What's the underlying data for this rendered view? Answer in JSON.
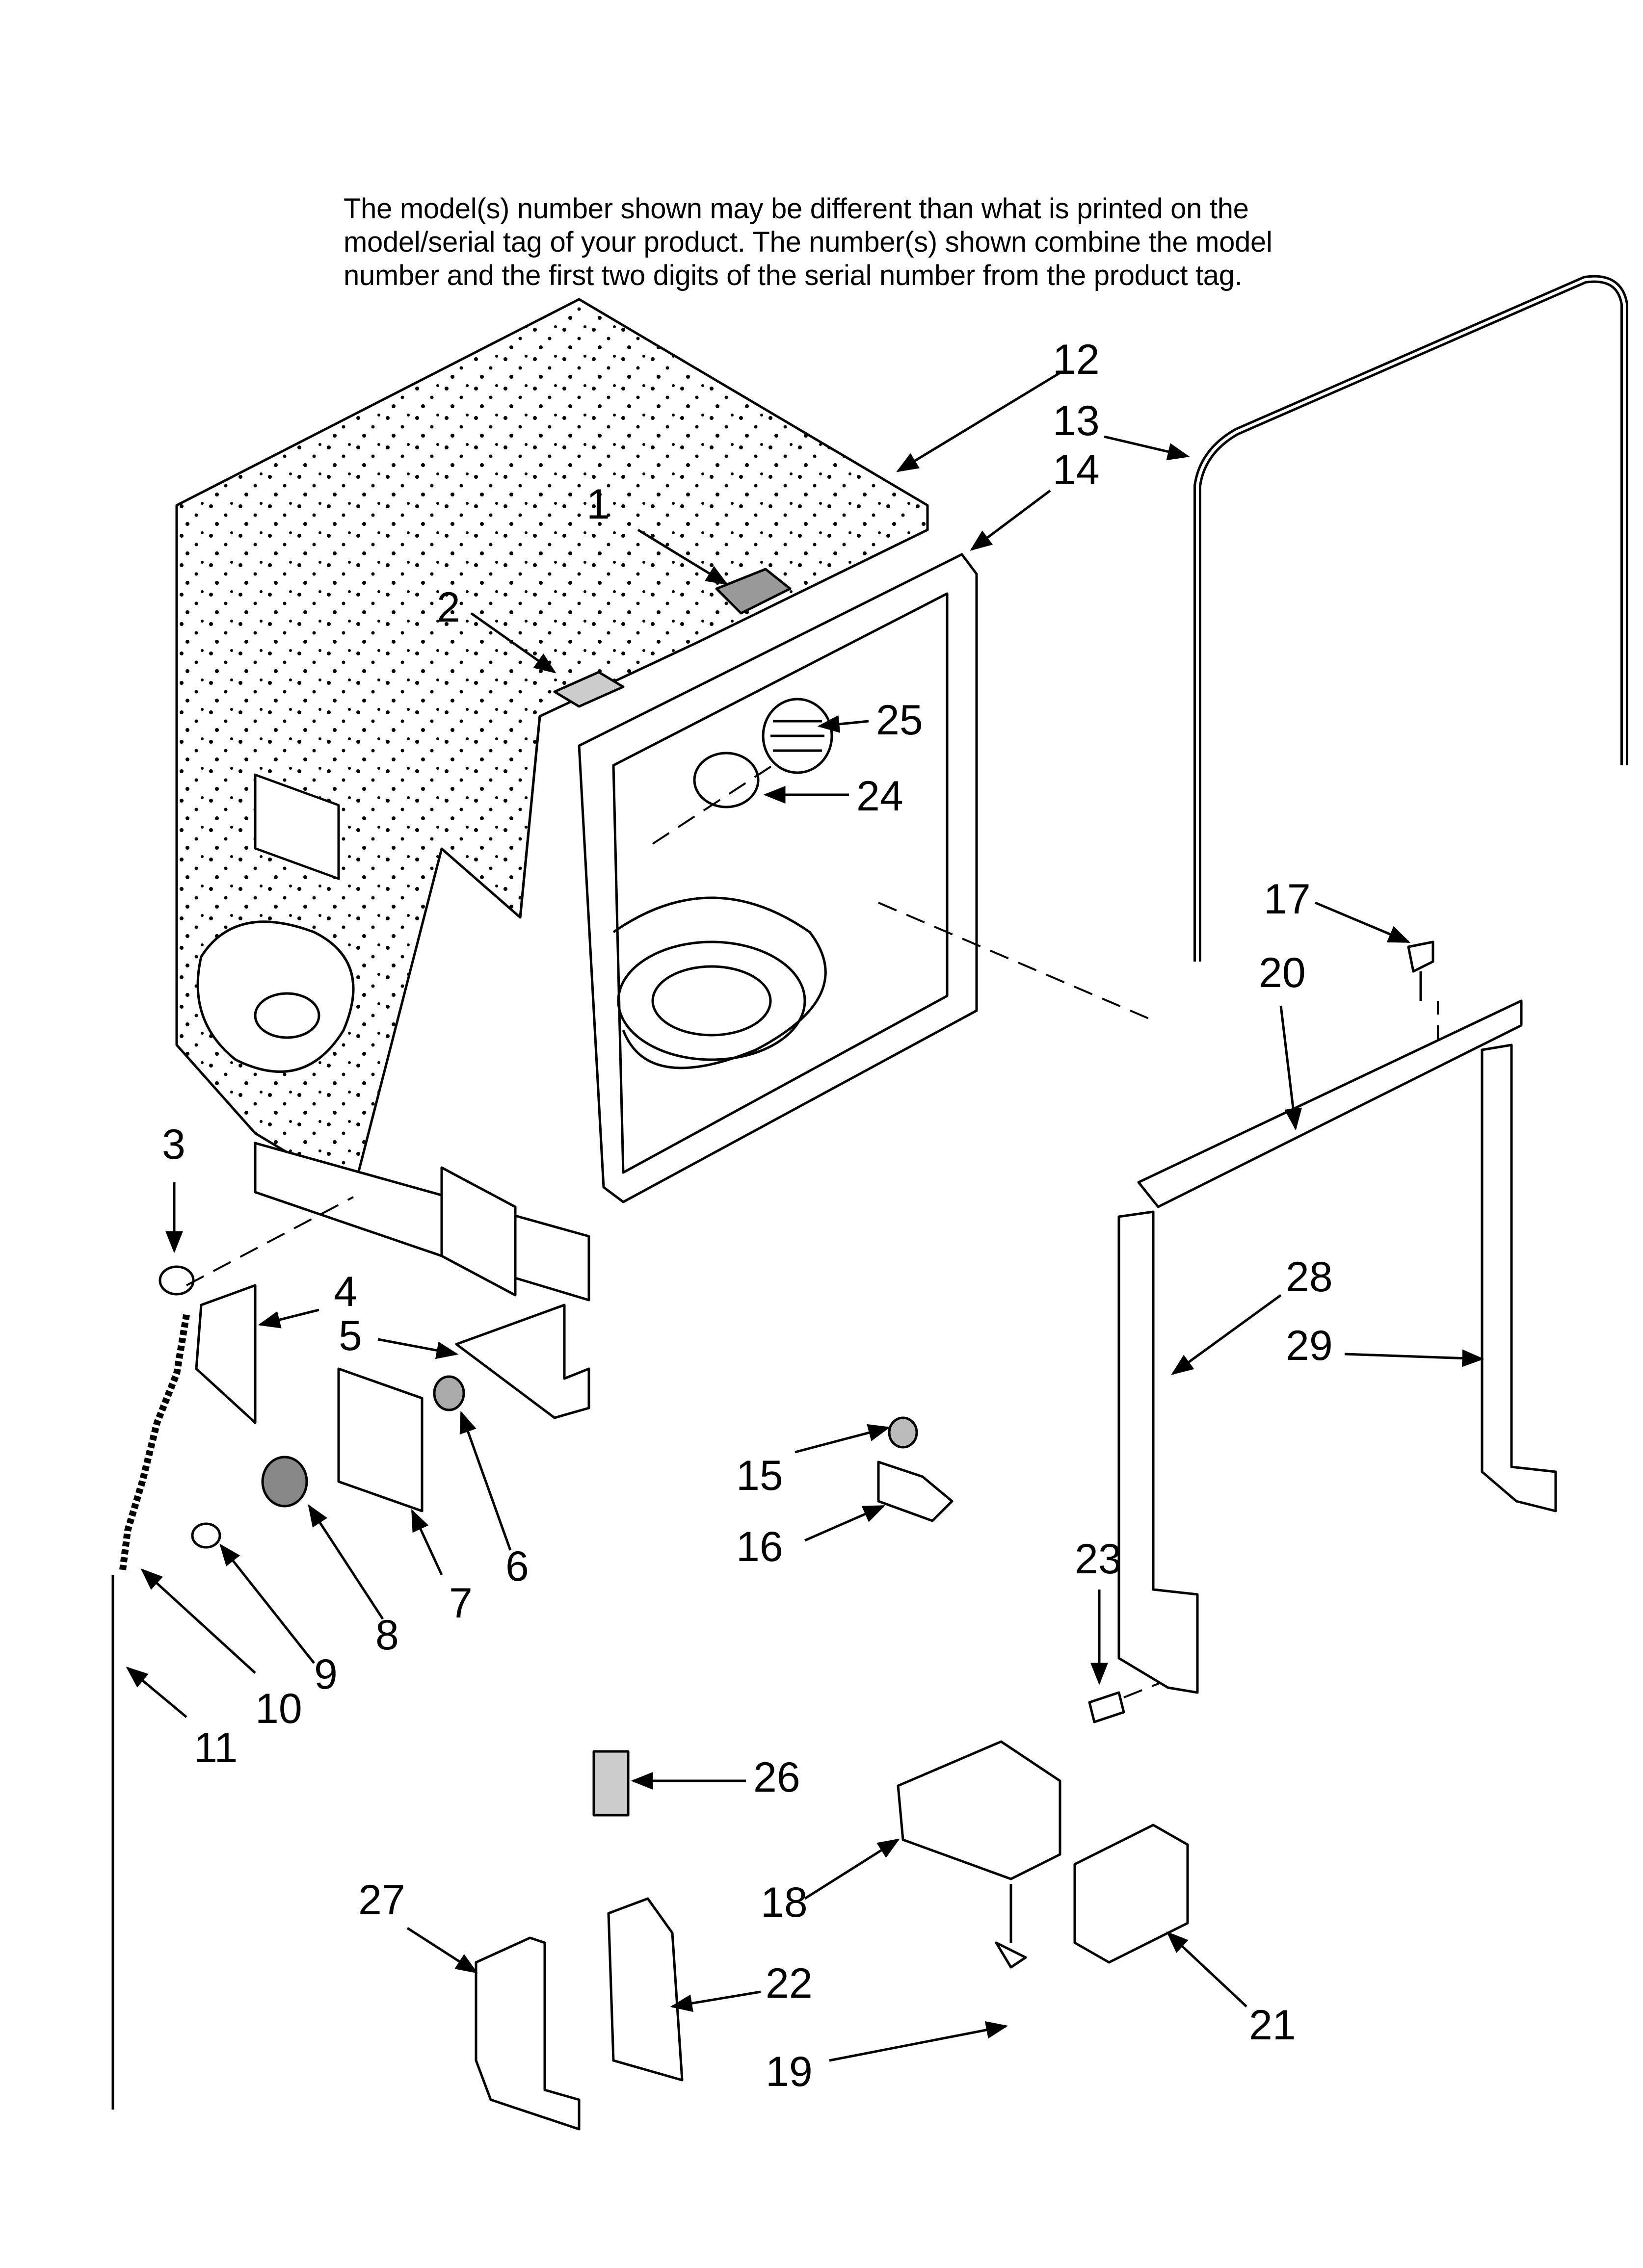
{
  "note": {
    "lines": [
      "The model(s) number shown may be different than what is printed on the",
      "model/serial tag of your product. The number(s) shown combine the model",
      "number and the first two digits of the serial number from the product tag."
    ]
  },
  "callouts": [
    {
      "id": "1",
      "text": "1"
    },
    {
      "id": "2",
      "text": "2"
    },
    {
      "id": "3",
      "text": "3"
    },
    {
      "id": "4",
      "text": "4"
    },
    {
      "id": "5",
      "text": "5"
    },
    {
      "id": "6",
      "text": "6"
    },
    {
      "id": "7",
      "text": "7"
    },
    {
      "id": "8",
      "text": "8"
    },
    {
      "id": "9",
      "text": "9"
    },
    {
      "id": "10",
      "text": "10"
    },
    {
      "id": "11",
      "text": "11"
    },
    {
      "id": "12",
      "text": "12"
    },
    {
      "id": "13",
      "text": "13"
    },
    {
      "id": "14",
      "text": "14"
    },
    {
      "id": "15",
      "text": "15"
    },
    {
      "id": "16",
      "text": "16"
    },
    {
      "id": "17",
      "text": "17"
    },
    {
      "id": "18",
      "text": "18"
    },
    {
      "id": "19",
      "text": "19"
    },
    {
      "id": "20",
      "text": "20"
    },
    {
      "id": "21",
      "text": "21"
    },
    {
      "id": "22",
      "text": "22"
    },
    {
      "id": "23",
      "text": "23"
    },
    {
      "id": "24",
      "text": "24"
    },
    {
      "id": "25",
      "text": "25"
    },
    {
      "id": "26",
      "text": "26"
    },
    {
      "id": "27",
      "text": "27"
    },
    {
      "id": "28",
      "text": "28"
    },
    {
      "id": "29",
      "text": "29"
    }
  ],
  "colors": {
    "ink": "#000000",
    "paper": "#ffffff",
    "shade": "#d9d9d9"
  }
}
